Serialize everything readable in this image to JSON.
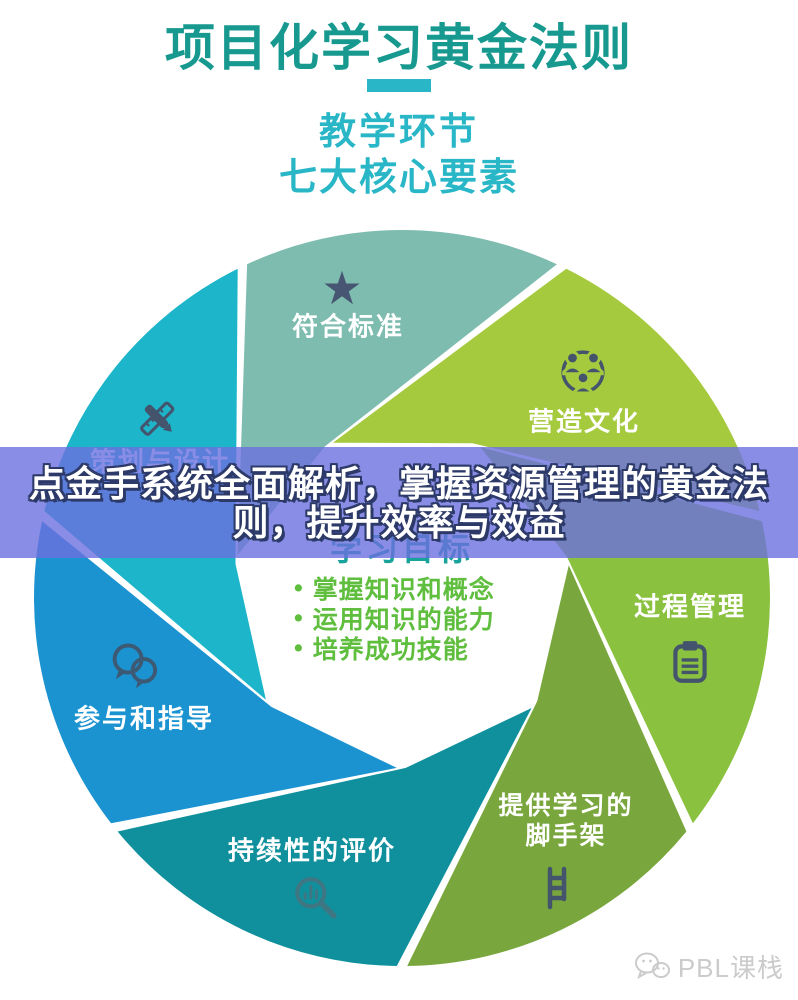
{
  "poster": {
    "background": "#ffffff"
  },
  "header": {
    "title": "项目化学习黄金法则",
    "title_color": "#18998f",
    "accent_color": "#29b7c7",
    "subtitle_line1": "教学环节",
    "subtitle_line2": "七大核心要素"
  },
  "overlay_banner": {
    "text_line1": "点金手系统全面解析，掌握资源管理的黄金法",
    "text_line2": "则，提升效率与效益",
    "background": "rgba(108,112,222,0.8)",
    "text_color": "#ffffff",
    "outline_color": "#2d3a69"
  },
  "wheel": {
    "icon_color": "#44546d",
    "segments": [
      {
        "label": "符合标准",
        "color": "#7ebcb0",
        "icon": "star-icon"
      },
      {
        "label": "营造文化",
        "color": "#a6ca3e",
        "icon": "group-icon"
      },
      {
        "label": "过程管理",
        "color": "#8ac13f",
        "icon": "clipboard-icon"
      },
      {
        "label": "提供学习的",
        "label_line2": "脚手架",
        "color": "#79a73d",
        "icon": "ladder-icon"
      },
      {
        "label": "持续性的评价",
        "color": "#10909c",
        "icon": "magnifier-icon"
      },
      {
        "label": "参与和指导",
        "color": "#1b93d1",
        "icon": "chat-icon"
      },
      {
        "label": "策划与设计",
        "color": "#1db5c9",
        "icon": "design-icon"
      }
    ],
    "center": {
      "heading": "学习目标",
      "heading_color": "#18a29c",
      "bullet_color": "#5fbe3e",
      "bullets": [
        "掌握知识和概念",
        "运用知识的能力",
        "培养成功技能"
      ]
    }
  },
  "watermark": {
    "label": "PBL课栈"
  }
}
